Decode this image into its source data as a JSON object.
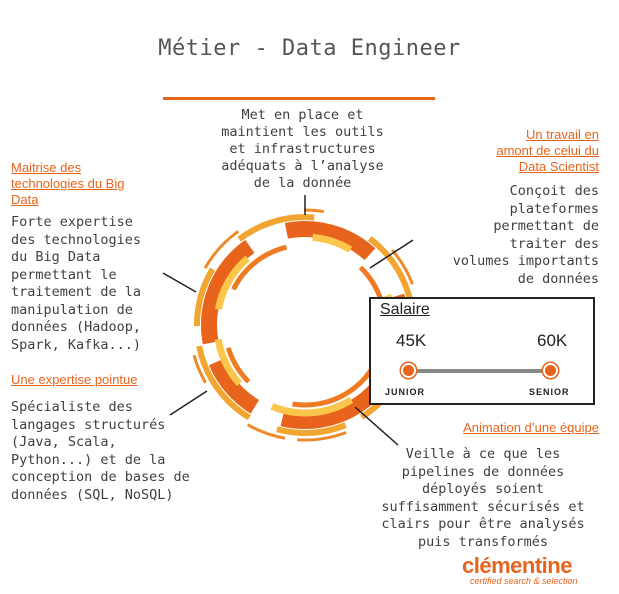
{
  "title": "Métier - Data Engineer",
  "top_text": "Met en place et\nmaintient les outils\net infrastructures\nadéquats à l’analyse\nde la donnée",
  "left_blocks": [
    {
      "heading": "Maitrise des\ntechnologies du Big\nData",
      "body": "Forte expertise\ndes technologies\ndu Big Data\npermettant le\ntraitement de la\nmanipulation de\ndonnées (Hadoop,\nSpark, Kafka...)"
    },
    {
      "heading": "Une expertise pointue",
      "body": "Spécialiste des\nlangages structurés\n(Java, Scala,\nPython...) et de la\nconception de bases de\ndonnées (SQL, NoSQL)"
    }
  ],
  "right_blocks": [
    {
      "heading": "Un travail en\namont de celui du\nData Scientist",
      "body": "Conçoit des\nplateformes\npermettant de\ntraiter des\nvolumes importants\nde données"
    },
    {
      "heading": "Animation d’une équipe",
      "body": "Veille à ce que les\npipelines de données\ndéployés soient\nsuffisamment sécurisés et\nclairs pour être analysés\npuis transformés"
    }
  ],
  "salary": {
    "title": "Salaire",
    "junior_value": "45K",
    "senior_value": "60K",
    "junior_label": "JUNIOR",
    "senior_label": "SENIOR"
  },
  "logo": {
    "name": "clémentine",
    "tagline": "certified search & selection"
  },
  "colors": {
    "accent": "#e8641c",
    "ring_dark": "#e8641c",
    "ring_light": "#f7b733",
    "text": "#404040"
  }
}
